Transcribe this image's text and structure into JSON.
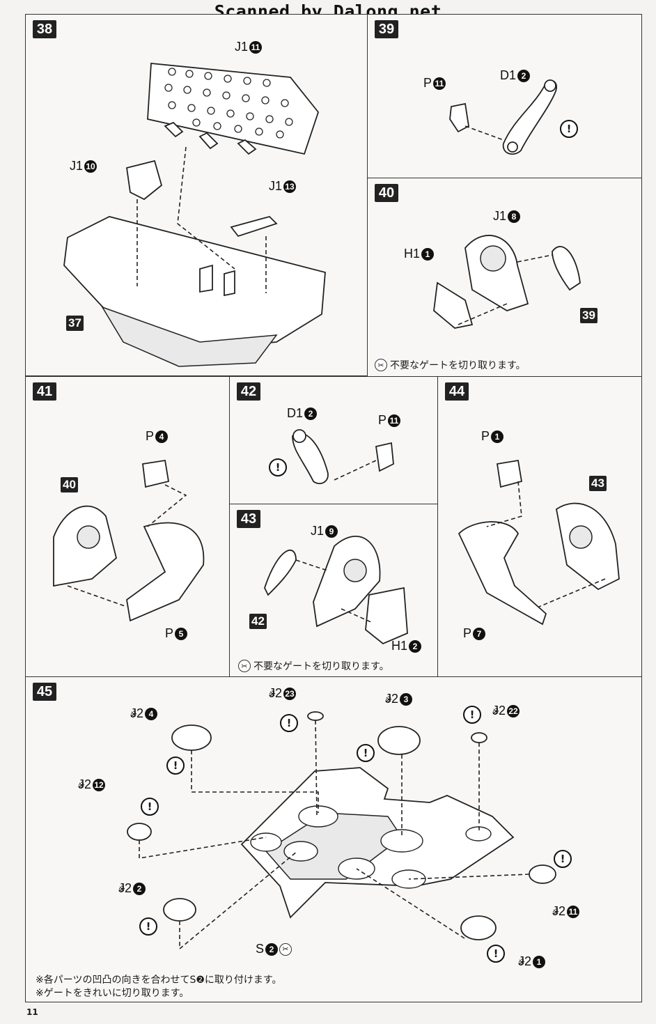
{
  "header": {
    "watermark": "Scanned by Dalong.net"
  },
  "steps": {
    "s38": {
      "number": "38",
      "labels": {
        "j1_11": "J1",
        "j1_10": "J1",
        "j1_13": "J1"
      },
      "nums": {
        "n11": "11",
        "n10": "10",
        "n13": "13"
      },
      "ref": "37"
    },
    "s39": {
      "number": "39",
      "labels": {
        "p11": "P",
        "d1_2": "D1"
      },
      "nums": {
        "n11": "11",
        "n2": "2"
      }
    },
    "s40": {
      "number": "40",
      "labels": {
        "h1_1": "H1",
        "j1_8": "J1"
      },
      "nums": {
        "n1": "1",
        "n8": "8"
      },
      "ref": "39",
      "note": "不要なゲートを切り取ります。"
    },
    "s41": {
      "number": "41",
      "labels": {
        "p4": "P",
        "p5": "P"
      },
      "nums": {
        "n4": "4",
        "n5": "5"
      },
      "ref": "40"
    },
    "s42": {
      "number": "42",
      "labels": {
        "d1_2": "D1",
        "p11": "P"
      },
      "nums": {
        "n2": "2",
        "n11": "11"
      }
    },
    "s43": {
      "number": "43",
      "labels": {
        "j1_9": "J1",
        "h1_2": "H1"
      },
      "nums": {
        "n9": "9",
        "n2": "2"
      },
      "ref": "42",
      "note": "不要なゲートを切り取ります。"
    },
    "s44": {
      "number": "44",
      "labels": {
        "p1": "P",
        "p7": "P"
      },
      "nums": {
        "n1": "1",
        "n7": "7"
      },
      "ref": "43"
    },
    "s45": {
      "number": "45",
      "labels": {
        "a": "J2",
        "b": "J2",
        "c": "J2",
        "d": "J2",
        "e": "J2",
        "f": "J2",
        "g": "J2",
        "h": "J2",
        "s": "S"
      },
      "nums": {
        "a": "4",
        "b": "23",
        "c": "3",
        "d": "22",
        "e": "12",
        "f": "2",
        "g": "11",
        "h": "1",
        "s": "2"
      },
      "mark": "※",
      "footnote1": "※各パーツの凹凸の向きを合わせてS❷に取り付けます。",
      "footnote2": "※ゲートをきれいに切り取ります。"
    }
  },
  "icons": {
    "warning": "!",
    "cut": "✂"
  },
  "page": {
    "number": "11"
  }
}
